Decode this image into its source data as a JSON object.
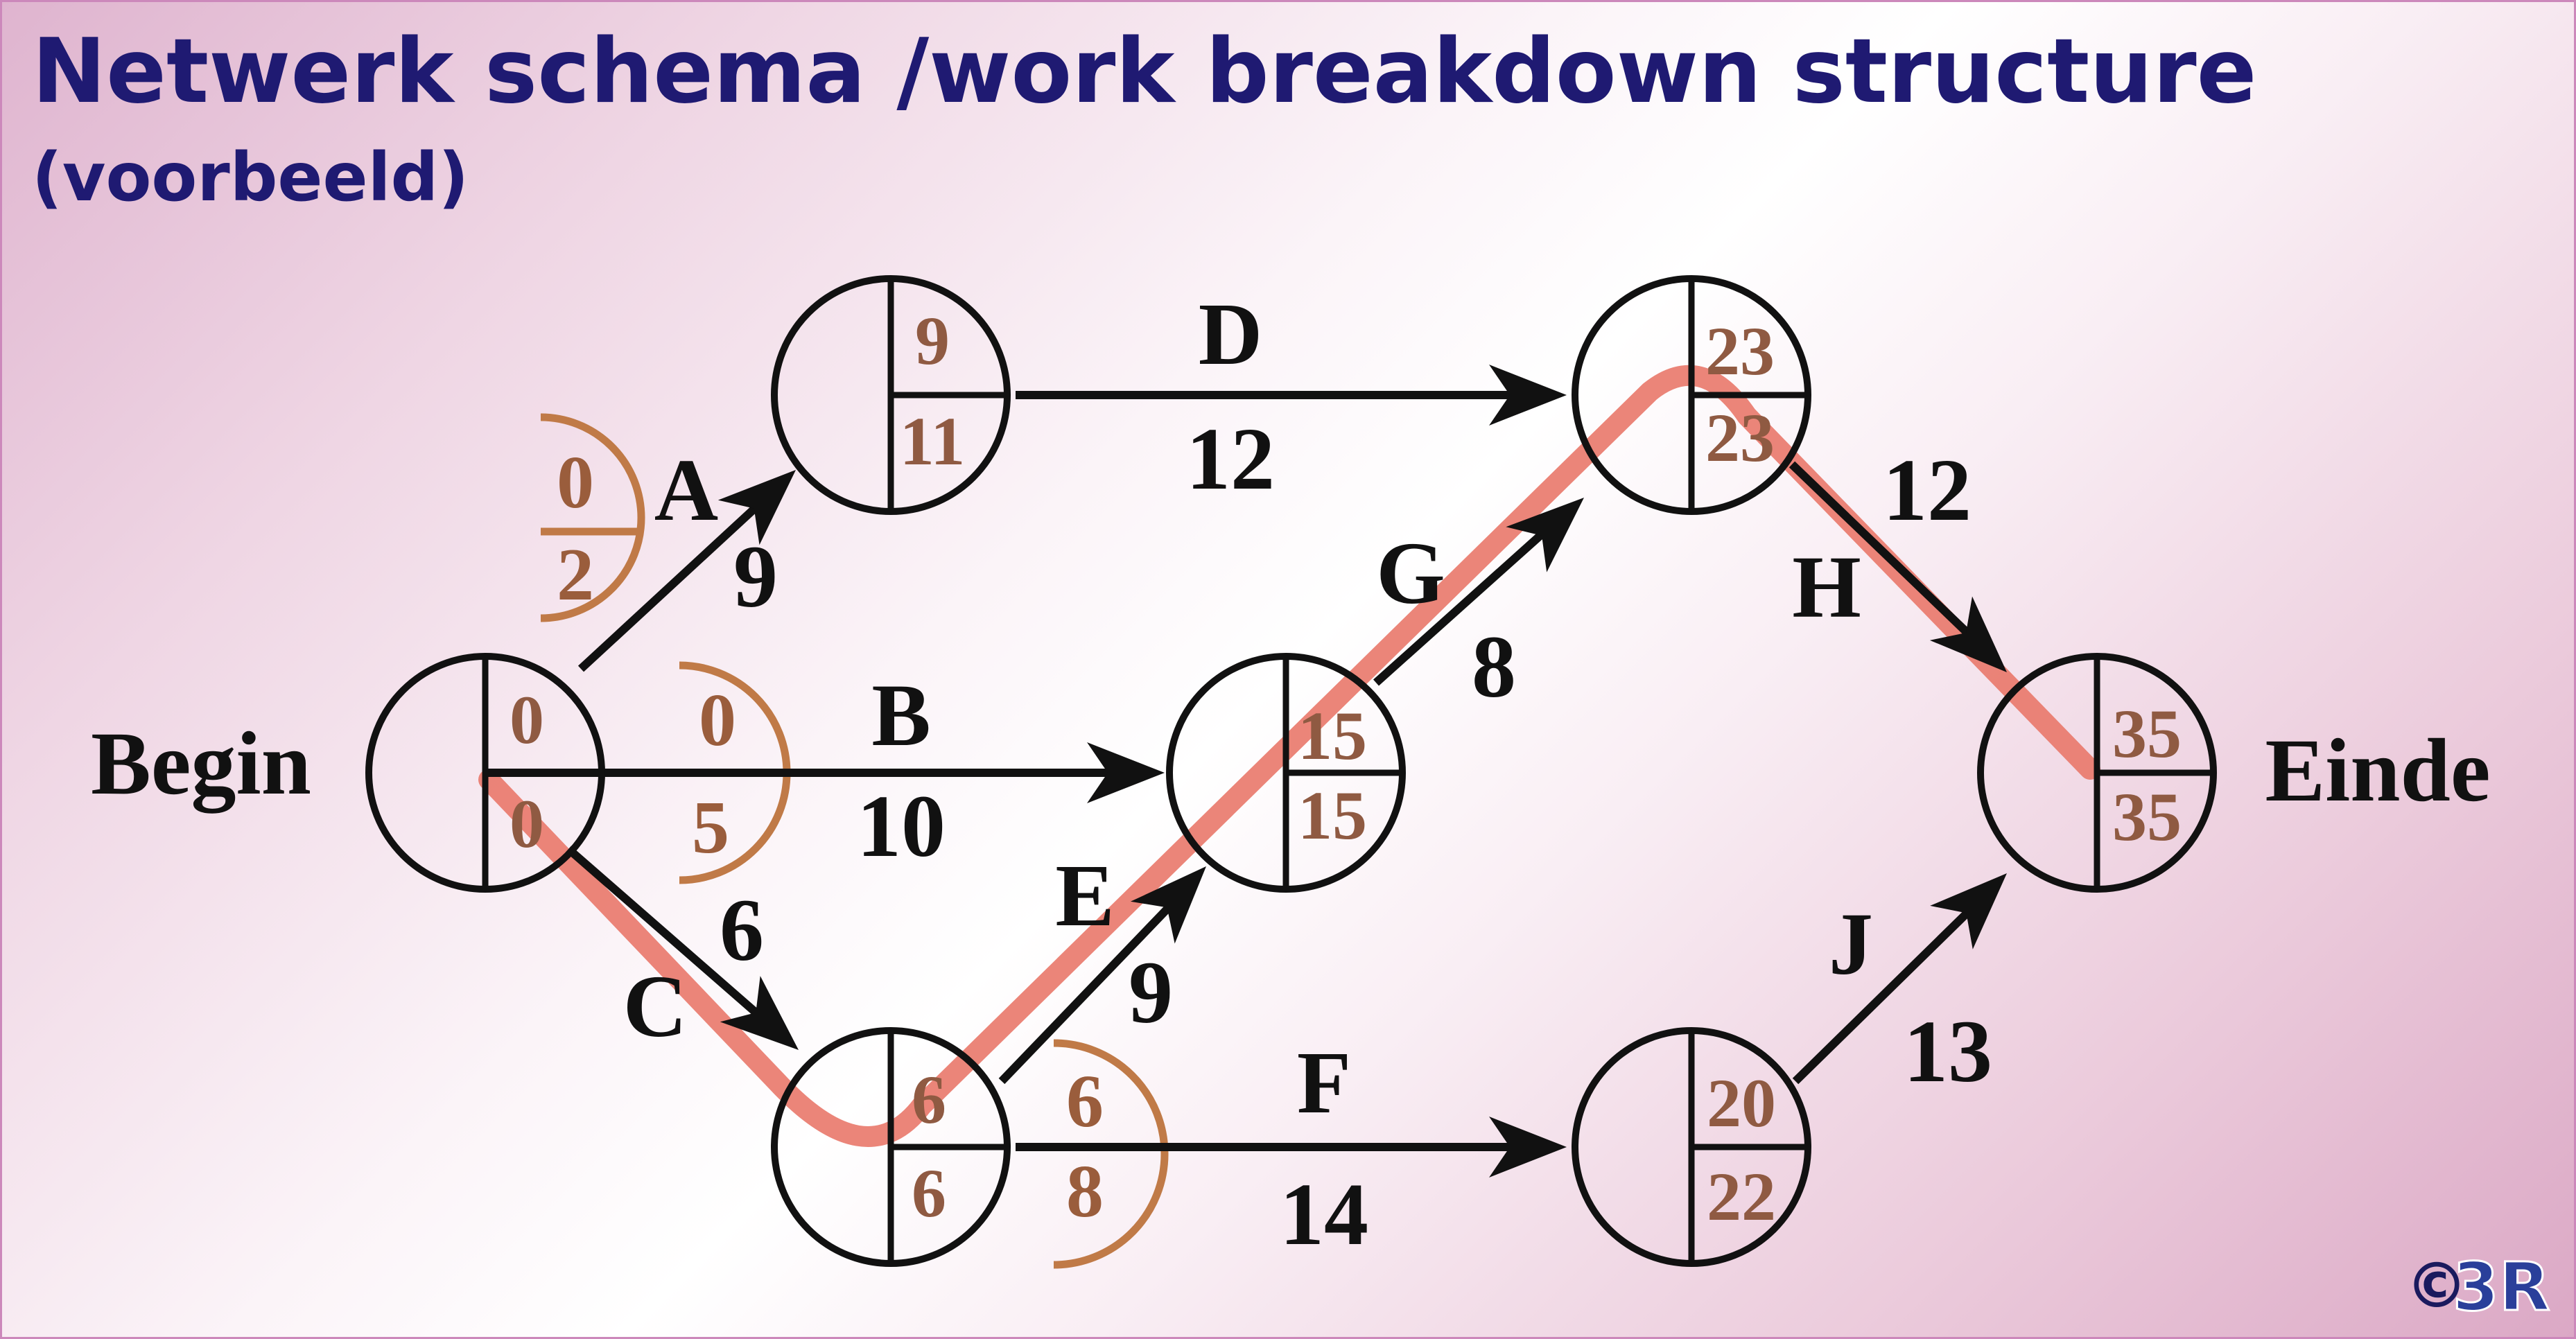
{
  "title": "Netwerk schema /work breakdown structure",
  "subtitle": "(voorbeeld)",
  "copyright": {
    "symbol": "©",
    "logo": "3R"
  },
  "colors": {
    "title": "#1f1a72",
    "critical_path": "#e9786a",
    "node_values": "#8f5a42",
    "arc": "#c07a47"
  },
  "nodes": {
    "start": {
      "label": "Begin",
      "top": "0",
      "bottom": "0"
    },
    "n1": {
      "top": "9",
      "bottom": "11"
    },
    "n2": {
      "top": "15",
      "bottom": "15"
    },
    "n3": {
      "top": "6",
      "bottom": "6"
    },
    "n4": {
      "top": "23",
      "bottom": "23"
    },
    "n5": {
      "top": "20",
      "bottom": "22"
    },
    "end": {
      "label": "Einde",
      "top": "35",
      "bottom": "35"
    }
  },
  "activities": {
    "A": {
      "name": "A",
      "duration": "9"
    },
    "B": {
      "name": "B",
      "duration": "10"
    },
    "C": {
      "name": "C",
      "duration": "6"
    },
    "D": {
      "name": "D",
      "duration": "12"
    },
    "E": {
      "name": "E",
      "duration": "9"
    },
    "F": {
      "name": "F",
      "duration": "14"
    },
    "G": {
      "name": "G",
      "duration": "8"
    },
    "H": {
      "name": "H",
      "duration": "12"
    },
    "J": {
      "name": "J",
      "duration": "13"
    }
  },
  "slack": {
    "A": {
      "top": "0",
      "bottom": "2"
    },
    "B": {
      "top": "0",
      "bottom": "5"
    },
    "F": {
      "top": "6",
      "bottom": "8"
    }
  }
}
